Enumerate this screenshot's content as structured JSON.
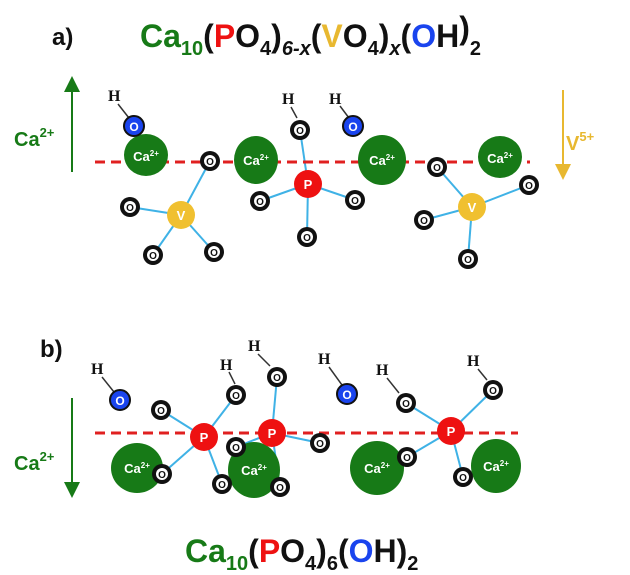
{
  "panel_a": {
    "label": "a)",
    "formula": {
      "ca": "Ca",
      "ca_sub": "10",
      "p": "P",
      "o1": "O",
      "sub4a": "4",
      "sub6x": "6-x",
      "v": "V",
      "o2": "O",
      "sub4b": "4",
      "subx": "x",
      "oh_o": "O",
      "oh_h": "H",
      "sub2": "2"
    },
    "ca_arrow_label": "Ca",
    "ca_arrow_sup": "2+",
    "v_arrow_label": "V",
    "v_arrow_sup": "5+"
  },
  "panel_b": {
    "label": "b)",
    "formula": {
      "ca": "Ca",
      "ca_sub": "10",
      "p": "P",
      "o1": "O",
      "sub4": "4",
      "sub6": "6",
      "oh_o": "O",
      "oh_h": "H",
      "sub2": "2"
    },
    "ca_arrow_label": "Ca",
    "ca_arrow_sup": "2+"
  },
  "atoms": {
    "ca_label": "Ca",
    "ca_sup": "2+",
    "p_label": "P",
    "v_label": "V",
    "o_label": "O",
    "h_label": "H"
  },
  "colors": {
    "calcium": "#177a17",
    "phosphorus": "#ee1111",
    "vanadium": "#f0c030",
    "hydroxyl_oxygen": "#1a44ee",
    "surface_line": "#e02020",
    "bond": "#3fb2e6",
    "v_arrow": "#e8b830",
    "text_dark": "#111111"
  }
}
